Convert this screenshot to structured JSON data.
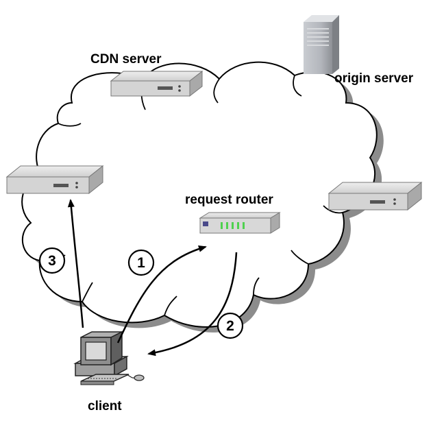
{
  "labels": {
    "cdn_server": "CDN server",
    "origin_server": "origin server",
    "request_router": "request router",
    "client": "client"
  },
  "steps": {
    "step1": "1",
    "step2": "2",
    "step3": "3"
  },
  "colors": {
    "cloud_fill": "#ffffff",
    "cloud_shadow": "#8c8c8c",
    "stroke": "#000000",
    "server_body": "#d4d4d4",
    "router_led": "#4fd14f"
  }
}
